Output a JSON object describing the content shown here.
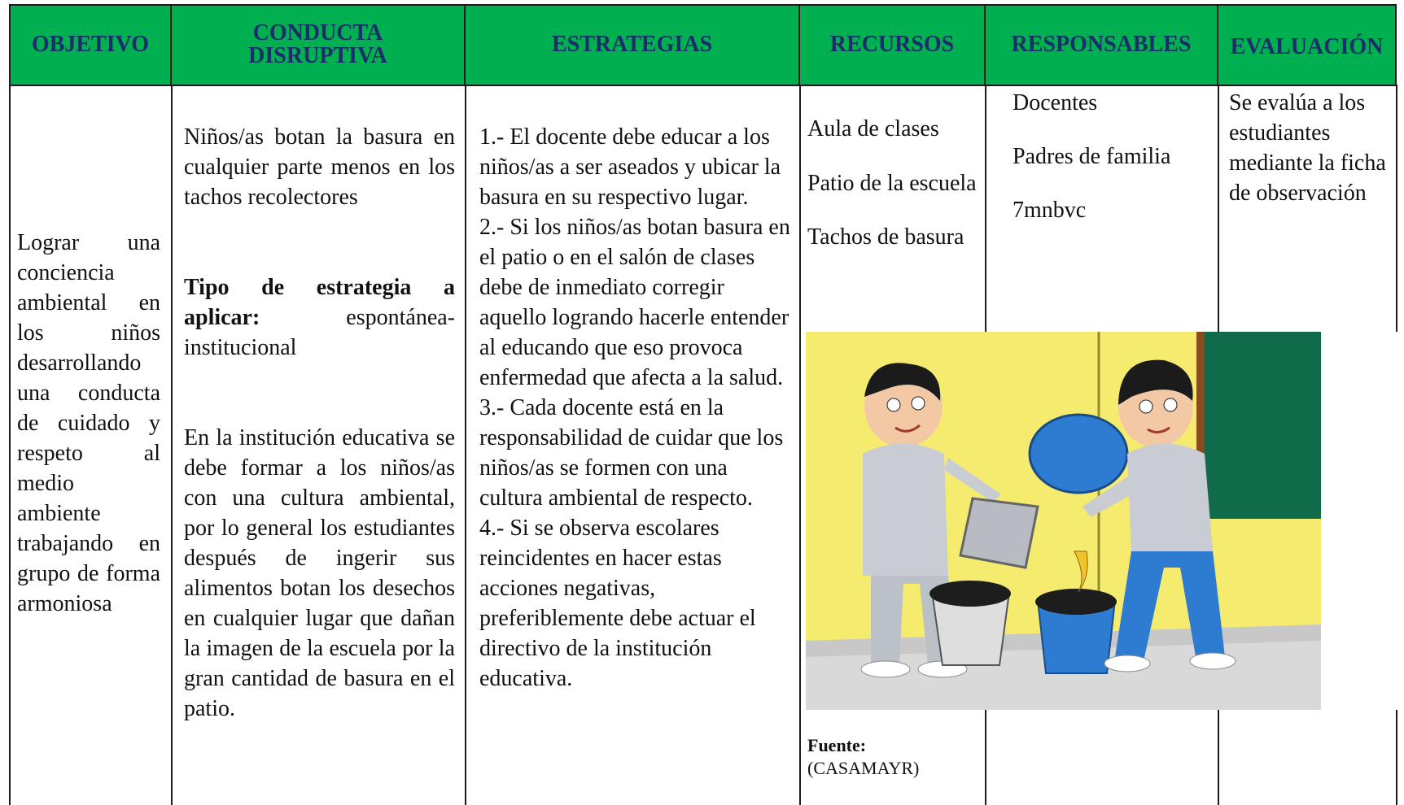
{
  "headers": {
    "objetivo": "OBJETIVO",
    "conducta": "CONDUCTA DISRUPTIVA",
    "estrategias": "ESTRATEGIAS",
    "recursos": "RECURSOS",
    "responsables": "RESPONSABLES",
    "evaluacion": "EVALUACIÓN"
  },
  "objetivo": "Lograr una conciencia ambiental en los niños desarrollando una conducta de cuidado y respeto al medio ambiente trabajando en grupo de forma armoniosa",
  "conducta": {
    "p1": "Niños/as botan la basura en cualquier parte menos en los tachos recolectores",
    "tipo_label": "Tipo de estrategia a aplicar:",
    "tipo_value": "espontánea-institucional",
    "p3": "En la institución educativa se debe formar a los niños/as con una cultura ambiental, por lo general los estudiantes después de ingerir sus alimentos botan los desechos en cualquier lugar que dañan la imagen de la escuela por la gran cantidad de basura en el patio."
  },
  "estrategias": [
    "1.- El docente debe educar a los niños/as a ser aseados y ubicar la basura en su respectivo lugar.",
    "2.- Si los niños/as botan basura en el patio o en el salón de clases debe de inmediato corregir aquello logrando hacerle entender  al educando que eso provoca enfermedad que afecta a la salud.",
    "3.- Cada docente está en la responsabilidad de cuidar que los niños/as se formen con una cultura ambiental de respecto.",
    "4.- Si se observa escolares reincidentes en hacer estas acciones negativas, preferiblemente debe actuar el directivo de la institución educativa."
  ],
  "recursos": [
    "Aula de clases",
    "Patio de la escuela",
    "Tachos de basura"
  ],
  "responsables": [
    "Docentes",
    "Padres de familia",
    "7mnbvc"
  ],
  "evaluacion": "Se evalúa a los estudiantes mediante la ficha de observación",
  "fuente": {
    "label": "Fuente:",
    "value": "(CASAMAYR)"
  },
  "colors": {
    "header_bg": "#00b050",
    "header_text": "#1a2e6b",
    "wall": "#f4eb6f",
    "board": "#0f6b4a"
  }
}
